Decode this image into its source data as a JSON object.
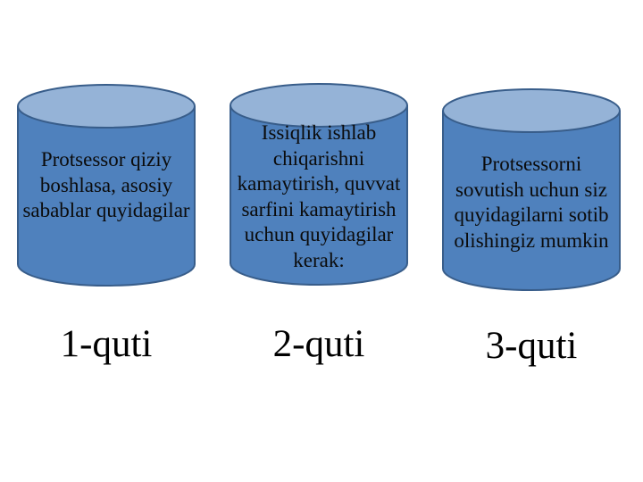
{
  "colors": {
    "body": "#4f81bd",
    "top": "#95b3d7",
    "stroke": "#385d8a"
  },
  "boxes": [
    {
      "text": "Protsessor qiziy boshlasa, asosiy sabablar quyidagilar",
      "caption": "1-quti"
    },
    {
      "text": "Issiqlik ishlab chiqarishni kamaytirish, quvvat sarfini kamaytirish uchun quyidagilar kerak:",
      "caption": "2-quti"
    },
    {
      "text": "Protsessorni sovutish uchun siz quyidagilarni sotib olishingiz mumkin",
      "caption": "3-quti"
    }
  ]
}
